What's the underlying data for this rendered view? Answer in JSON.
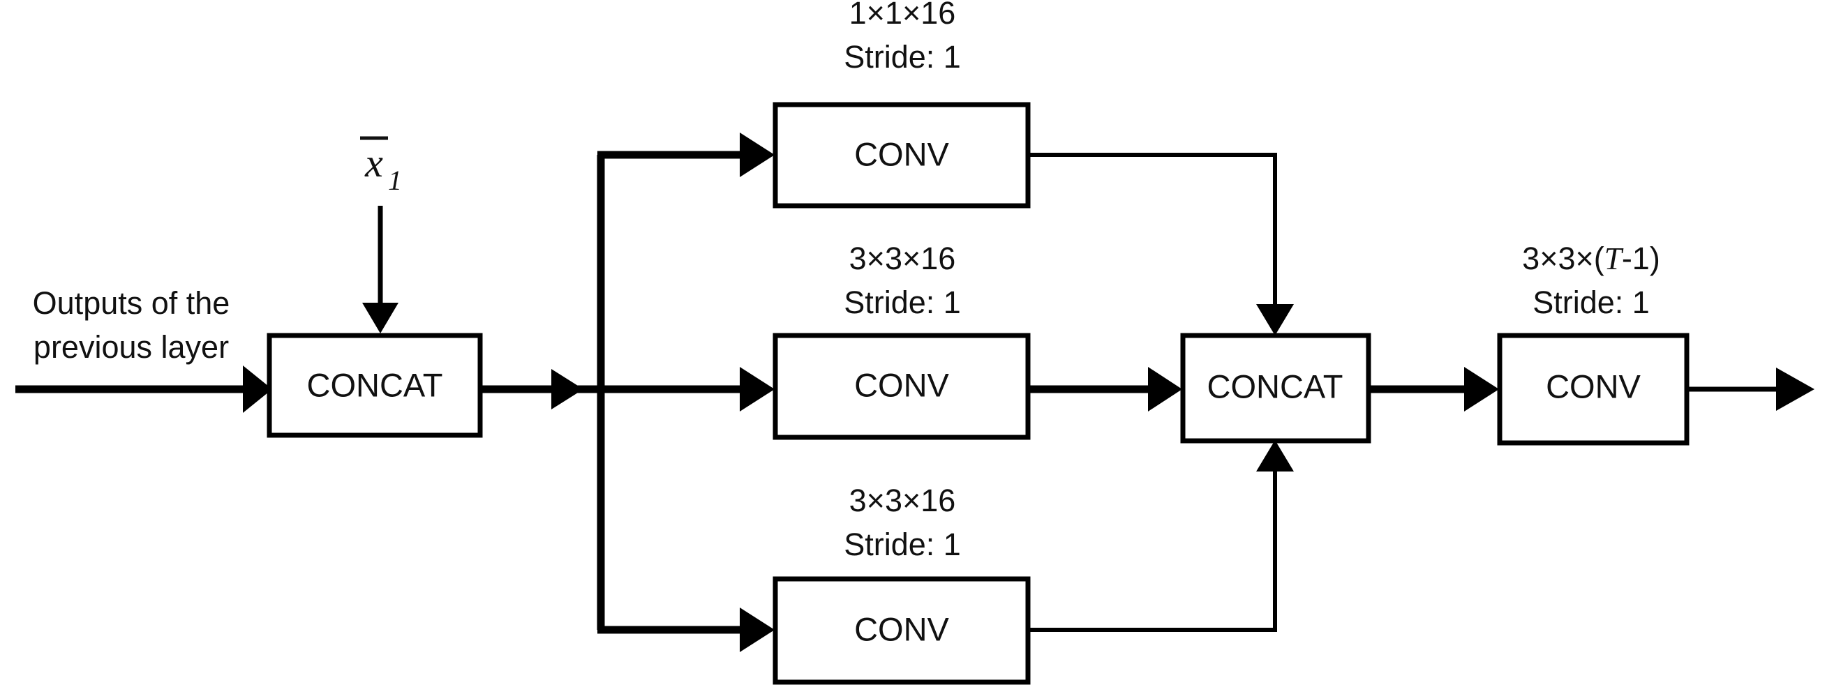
{
  "figure": {
    "type": "neural-network-block-diagram",
    "background_color": "#ffffff",
    "stroke_color": "#000000",
    "text_color": "#111111"
  },
  "labels": {
    "input_line1": "Outputs of the",
    "input_line2": "previous layer",
    "injected_variable": "x",
    "injected_variable_subscript": "1",
    "injected_variable_full": "x̄₁"
  },
  "blocks": {
    "concat_in": {
      "label": "CONCAT"
    },
    "conv_top": {
      "label": "CONV"
    },
    "conv_mid": {
      "label": "CONV"
    },
    "conv_bot": {
      "label": "CONV"
    },
    "concat_out": {
      "label": "CONCAT"
    },
    "conv_final": {
      "label": "CONV"
    }
  },
  "annotations": {
    "conv_top": {
      "kernel": "1×1×16",
      "stride": "Stride: 1"
    },
    "conv_mid": {
      "kernel": "3×3×16",
      "stride": "Stride: 1"
    },
    "conv_bot": {
      "kernel": "3×3×16",
      "stride": "Stride: 1"
    },
    "conv_final": {
      "kernel_prefix": "3×3×(",
      "kernel_var": "T",
      "kernel_suffix": "-1)",
      "kernel": "3×3×(T-1)",
      "stride": "Stride: 1"
    }
  }
}
